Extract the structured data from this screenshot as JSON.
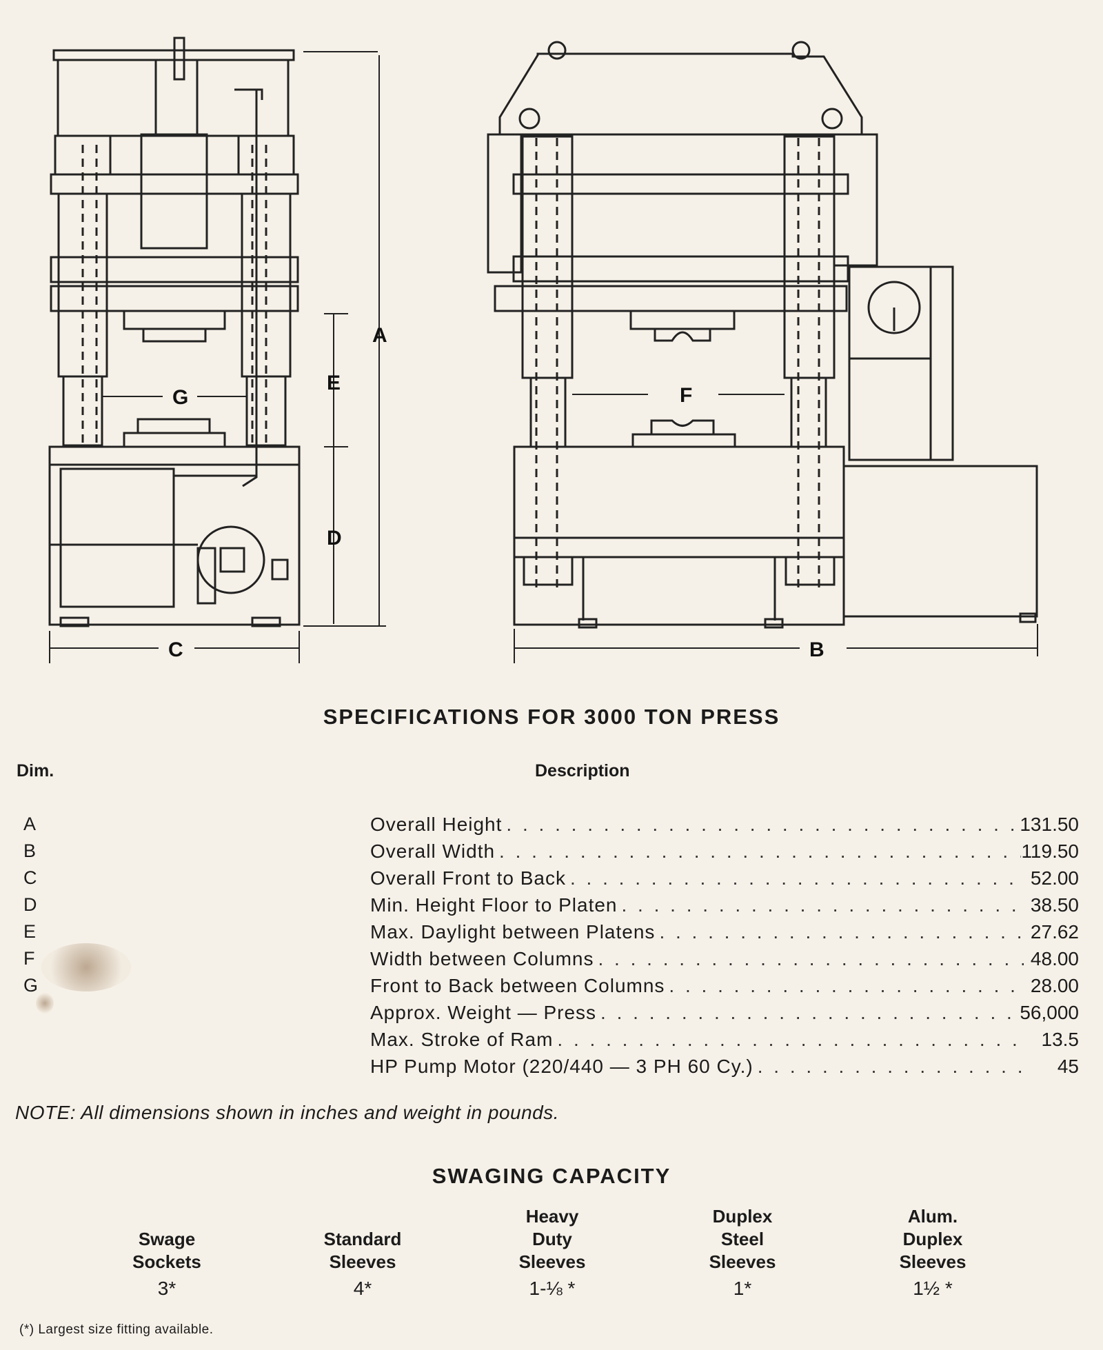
{
  "drawing": {
    "labels": {
      "a": "A",
      "b": "B",
      "c": "C",
      "d": "D",
      "e": "E",
      "f": "F",
      "g": "G"
    }
  },
  "specs": {
    "title": "SPECIFICATIONS FOR 3000 TON PRESS",
    "dim_header": "Dim.",
    "desc_header": "Description",
    "rows": [
      {
        "dim": "A",
        "description": "Overall Height",
        "value": "131.50"
      },
      {
        "dim": "B",
        "description": "Overall Width",
        "value": "119.50"
      },
      {
        "dim": "C",
        "description": "Overall Front to Back",
        "value": "52.00"
      },
      {
        "dim": "D",
        "description": "Min. Height Floor to Platen",
        "value": "38.50"
      },
      {
        "dim": "E",
        "description": "Max. Daylight between Platens",
        "value": "27.62"
      },
      {
        "dim": "F",
        "description": "Width between Columns",
        "value": "48.00"
      },
      {
        "dim": "G",
        "description": "Front to Back between Columns",
        "value": "28.00"
      },
      {
        "dim": "",
        "description": "Approx. Weight — Press",
        "value": "56,000"
      },
      {
        "dim": "",
        "description": "Max. Stroke of Ram",
        "value": "13.5"
      },
      {
        "dim": "",
        "description": "HP Pump Motor (220/440 — 3 PH 60 Cy.)",
        "value": "45"
      }
    ],
    "note": "NOTE: All dimensions shown in inches and weight in pounds."
  },
  "swaging": {
    "title": "SWAGING CAPACITY",
    "columns": [
      {
        "h1": "",
        "h2": "Swage",
        "h3": "Sockets",
        "value": "3*"
      },
      {
        "h1": "",
        "h2": "Standard",
        "h3": "Sleeves",
        "value": "4*"
      },
      {
        "h1": "Heavy",
        "h2": "Duty",
        "h3": "Sleeves",
        "value": "1-⅛ *"
      },
      {
        "h1": "Duplex",
        "h2": "Steel",
        "h3": "Sleeves",
        "value": "1*"
      },
      {
        "h1": "Alum.",
        "h2": "Duplex",
        "h3": "Sleeves",
        "value": "1½ *"
      }
    ],
    "footnote": "(*) Largest size fitting available."
  }
}
